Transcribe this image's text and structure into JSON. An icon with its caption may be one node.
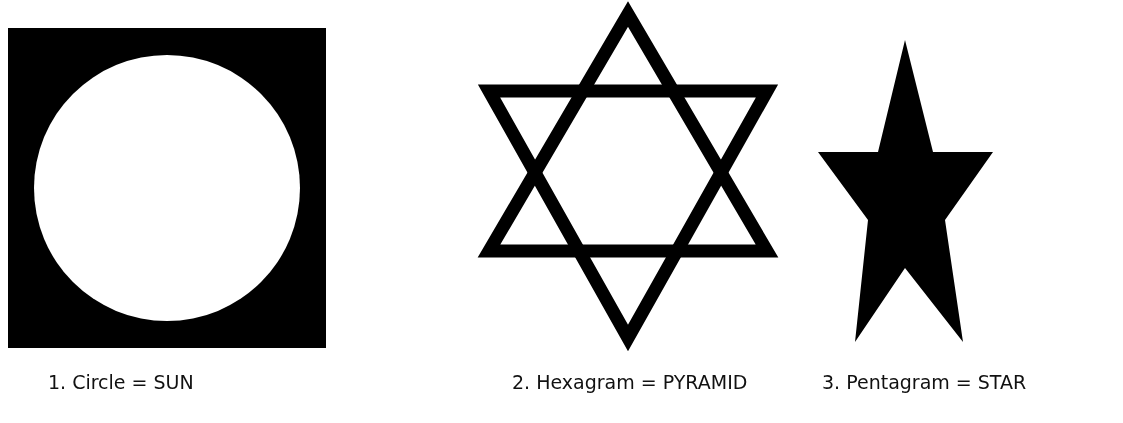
{
  "diagram": {
    "labels": [
      "1. Circle = SUN",
      "2. Hexagram = PYRAMID",
      "3. Pentagram = STAR"
    ]
  }
}
